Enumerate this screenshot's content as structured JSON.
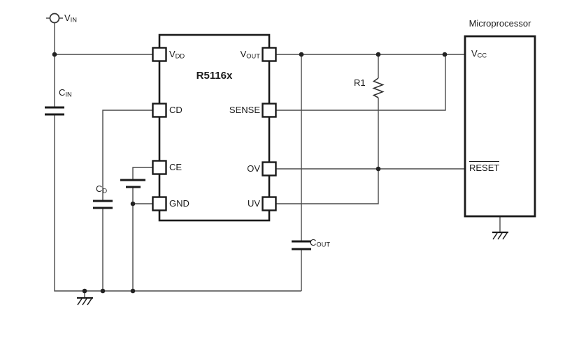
{
  "colors": {
    "background": "#ffffff",
    "wire": "#4a4a4a",
    "component": "#1a1a1a",
    "text": "#1a1a1a"
  },
  "diagram": {
    "type": "circuit-schematic",
    "input": {
      "vin": {
        "main": "V",
        "sub": "IN"
      }
    },
    "capacitors": {
      "cin": {
        "main": "C",
        "sub": "IN"
      },
      "cd": {
        "main": "C",
        "sub": "D"
      },
      "cout": {
        "main": "C",
        "sub": "OUT"
      }
    },
    "resistors": {
      "r1": "R1"
    },
    "ic": {
      "name": "R5116x",
      "pins": {
        "vdd": {
          "main": "V",
          "sub": "DD"
        },
        "cd": "CD",
        "ce": "CE",
        "gnd": "GND",
        "vout": {
          "main": "V",
          "sub": "OUT"
        },
        "sense": "SENSE",
        "ov": "OV",
        "uv": "UV"
      }
    },
    "microprocessor": {
      "title": "Microprocessor",
      "pins": {
        "vcc": {
          "main": "V",
          "sub": "CC"
        },
        "reset": "RESET"
      }
    }
  }
}
